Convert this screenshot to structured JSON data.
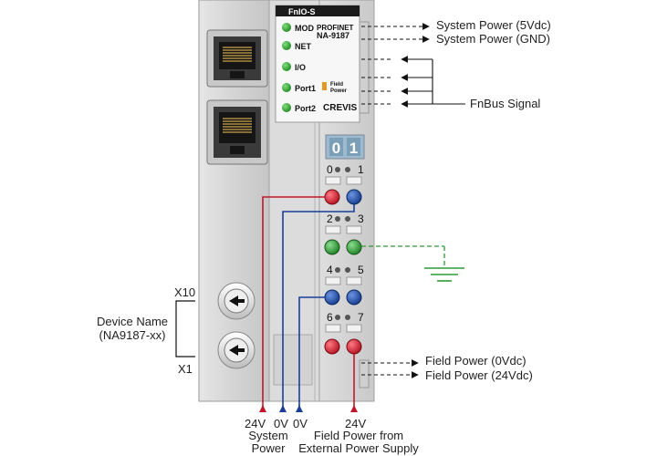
{
  "module": {
    "name": "FnIO-S",
    "protocol": "PROFINET",
    "model": "NA-9187",
    "brand": "CREVIS",
    "leds": [
      "MOD",
      "NET",
      "I/O",
      "Port1",
      "Port2"
    ],
    "field_power_led": "Field\nPower",
    "window_digits": [
      "0",
      "1"
    ],
    "terminal_numbers": [
      "0",
      "1",
      "2",
      "3",
      "4",
      "5",
      "6",
      "7"
    ]
  },
  "labels": {
    "system_power_5v": "System Power (5Vdc)",
    "system_power_gnd": "System Power (GND)",
    "fnbus": "FnBus Signal",
    "field_power_0v": "Field Power (0Vdc)",
    "field_power_24v": "Field Power (24Vdc)",
    "device_name": "Device Name",
    "device_name_sub": "(NA9187-xx)",
    "x10": "X10",
    "x1": "X1",
    "bottom_24v_a": "24V",
    "bottom_0v_a": "0V",
    "bottom_0v_b": "0V",
    "bottom_24v_b": "24V",
    "system_power": "System\nPower",
    "field_power_ext": "Field Power from\nExternal Power Supply"
  },
  "colors": {
    "red_terminal": "#d11a2a",
    "blue_terminal": "#1a4fa8",
    "green_terminal": "#2e9b36",
    "led_green": "#2fa02f",
    "field_led_orange": "#e09a2a",
    "wire_red": "#c0182a",
    "wire_blue": "#1a3f9a",
    "wire_green": "#2e9b36",
    "housing": "#d9d9d9"
  }
}
